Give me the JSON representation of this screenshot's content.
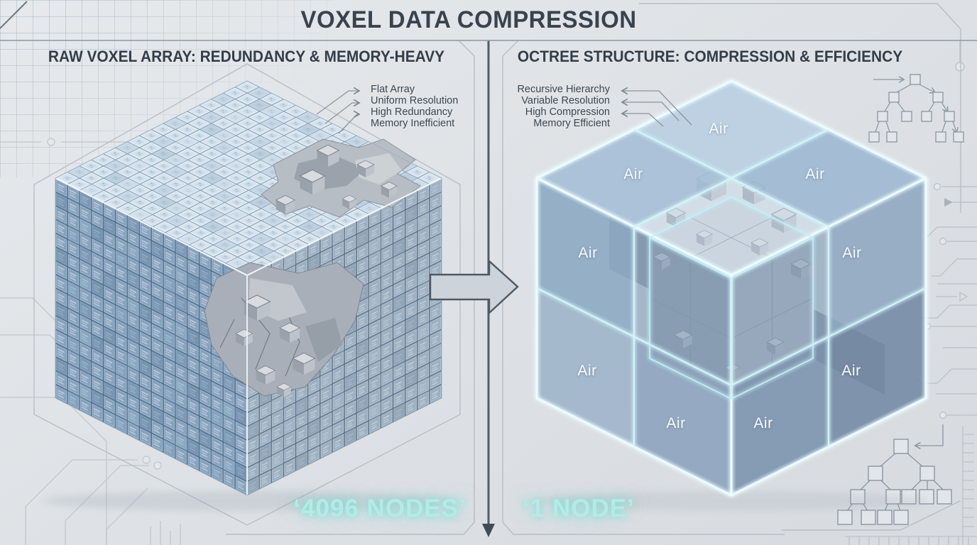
{
  "title": "VOXEL DATA COMPRESSION",
  "left_panel": {
    "header": "RAW VOXEL ARRAY: REDUNDANCY & MEMORY-HEAVY",
    "annotations": [
      "Flat Array",
      "Uniform Resolution",
      "High Redundancy",
      "Memory Inefficient"
    ],
    "node_count_label": "‘4096 NODES’"
  },
  "right_panel": {
    "header": "OCTREE STRUCTURE: COMPRESSION & EFFICIENCY",
    "annotations": [
      "Recursive Hierarchy",
      "Variable Resolution",
      "High Compression",
      "Memory Efficient"
    ],
    "node_count_label": "‘1 NODE’",
    "air_labels": [
      "Air",
      "Air",
      "Air",
      "Air",
      "Air",
      "Air",
      "Air",
      "Air",
      "Air"
    ]
  },
  "colors": {
    "background": "#dfe3e7",
    "title_text": "#39434e",
    "accent_cyan": "#aee9e2",
    "octree_glow": "#d9f7fb",
    "voxel_face_blue": "#7e9bb8",
    "octree_face_blue": "#8fa9c2",
    "rock_gray": "#aab1ba"
  }
}
